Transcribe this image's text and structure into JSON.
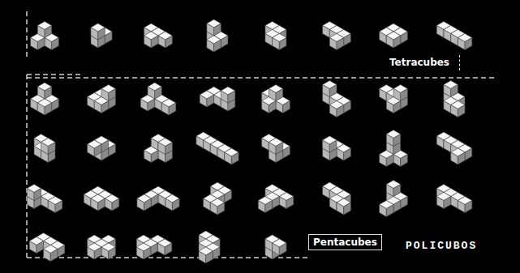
{
  "diagram": {
    "labels": [
      "Tetracubes",
      "Pentacubes",
      "POLICUBOS"
    ]
  }
}
